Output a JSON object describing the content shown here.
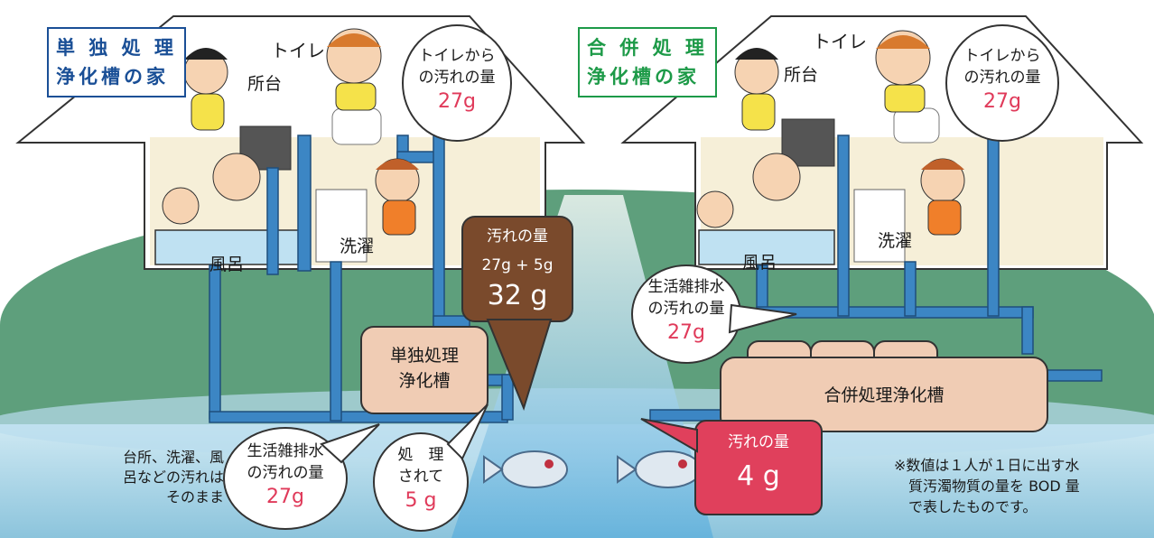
{
  "left_house": {
    "title_line1": "単 独 処 理",
    "title_line2": "浄化槽の家",
    "toilet_label": "トイレ",
    "kitchen_label": "所台",
    "bath_label": "風呂",
    "laundry_label": "洗濯",
    "toilet_bubble": {
      "line1": "トイレから",
      "line2": "の汚れの量",
      "amount": "27g"
    },
    "tank_line1": "単独処理",
    "tank_line2": "浄化槽",
    "total_bubble": {
      "line1": "汚れの量",
      "line2": "27g + 5g",
      "amount": "32 g"
    },
    "gray_water_bubble": {
      "line1": "生活雑排水",
      "line2": "の汚れの量",
      "amount": "27g"
    },
    "treated_bubble": {
      "line1": "処　理",
      "line2": "されて",
      "amount": "5 g"
    },
    "note_lines": [
      "台所、洗濯、風",
      "呂などの汚れは",
      "そのまま"
    ]
  },
  "right_house": {
    "title_line1": "合 併 処 理",
    "title_line2": "浄化槽の家",
    "toilet_label": "トイレ",
    "kitchen_label": "所台",
    "bath_label": "風呂",
    "laundry_label": "洗濯",
    "toilet_bubble": {
      "line1": "トイレから",
      "line2": "の汚れの量",
      "amount": "27g"
    },
    "gray_water_bubble": {
      "line1": "生活雑排水",
      "line2": "の汚れの量",
      "amount": "27g"
    },
    "tank_label": "合併処理浄化槽",
    "total_bubble": {
      "line1": "汚れの量",
      "amount": "4 g"
    }
  },
  "footnote_lines": [
    "※数値は１人が１日に出す水",
    "質汚濁物質の量を BOD 量",
    "で表したものです。"
  ],
  "colors": {
    "left_title": "#1a4f96",
    "right_title": "#1d9a48",
    "amount_red": "#e03a5a",
    "brown_bubble": "#7a4a2c",
    "red_bubble": "#e0405c",
    "pipe_blue": "#3c86c4",
    "tank_fill": "#f0ccb4",
    "wall_fill": "#f6efd8",
    "ground_green": "#5e9f7c",
    "water_blue": "#b9ddee"
  }
}
